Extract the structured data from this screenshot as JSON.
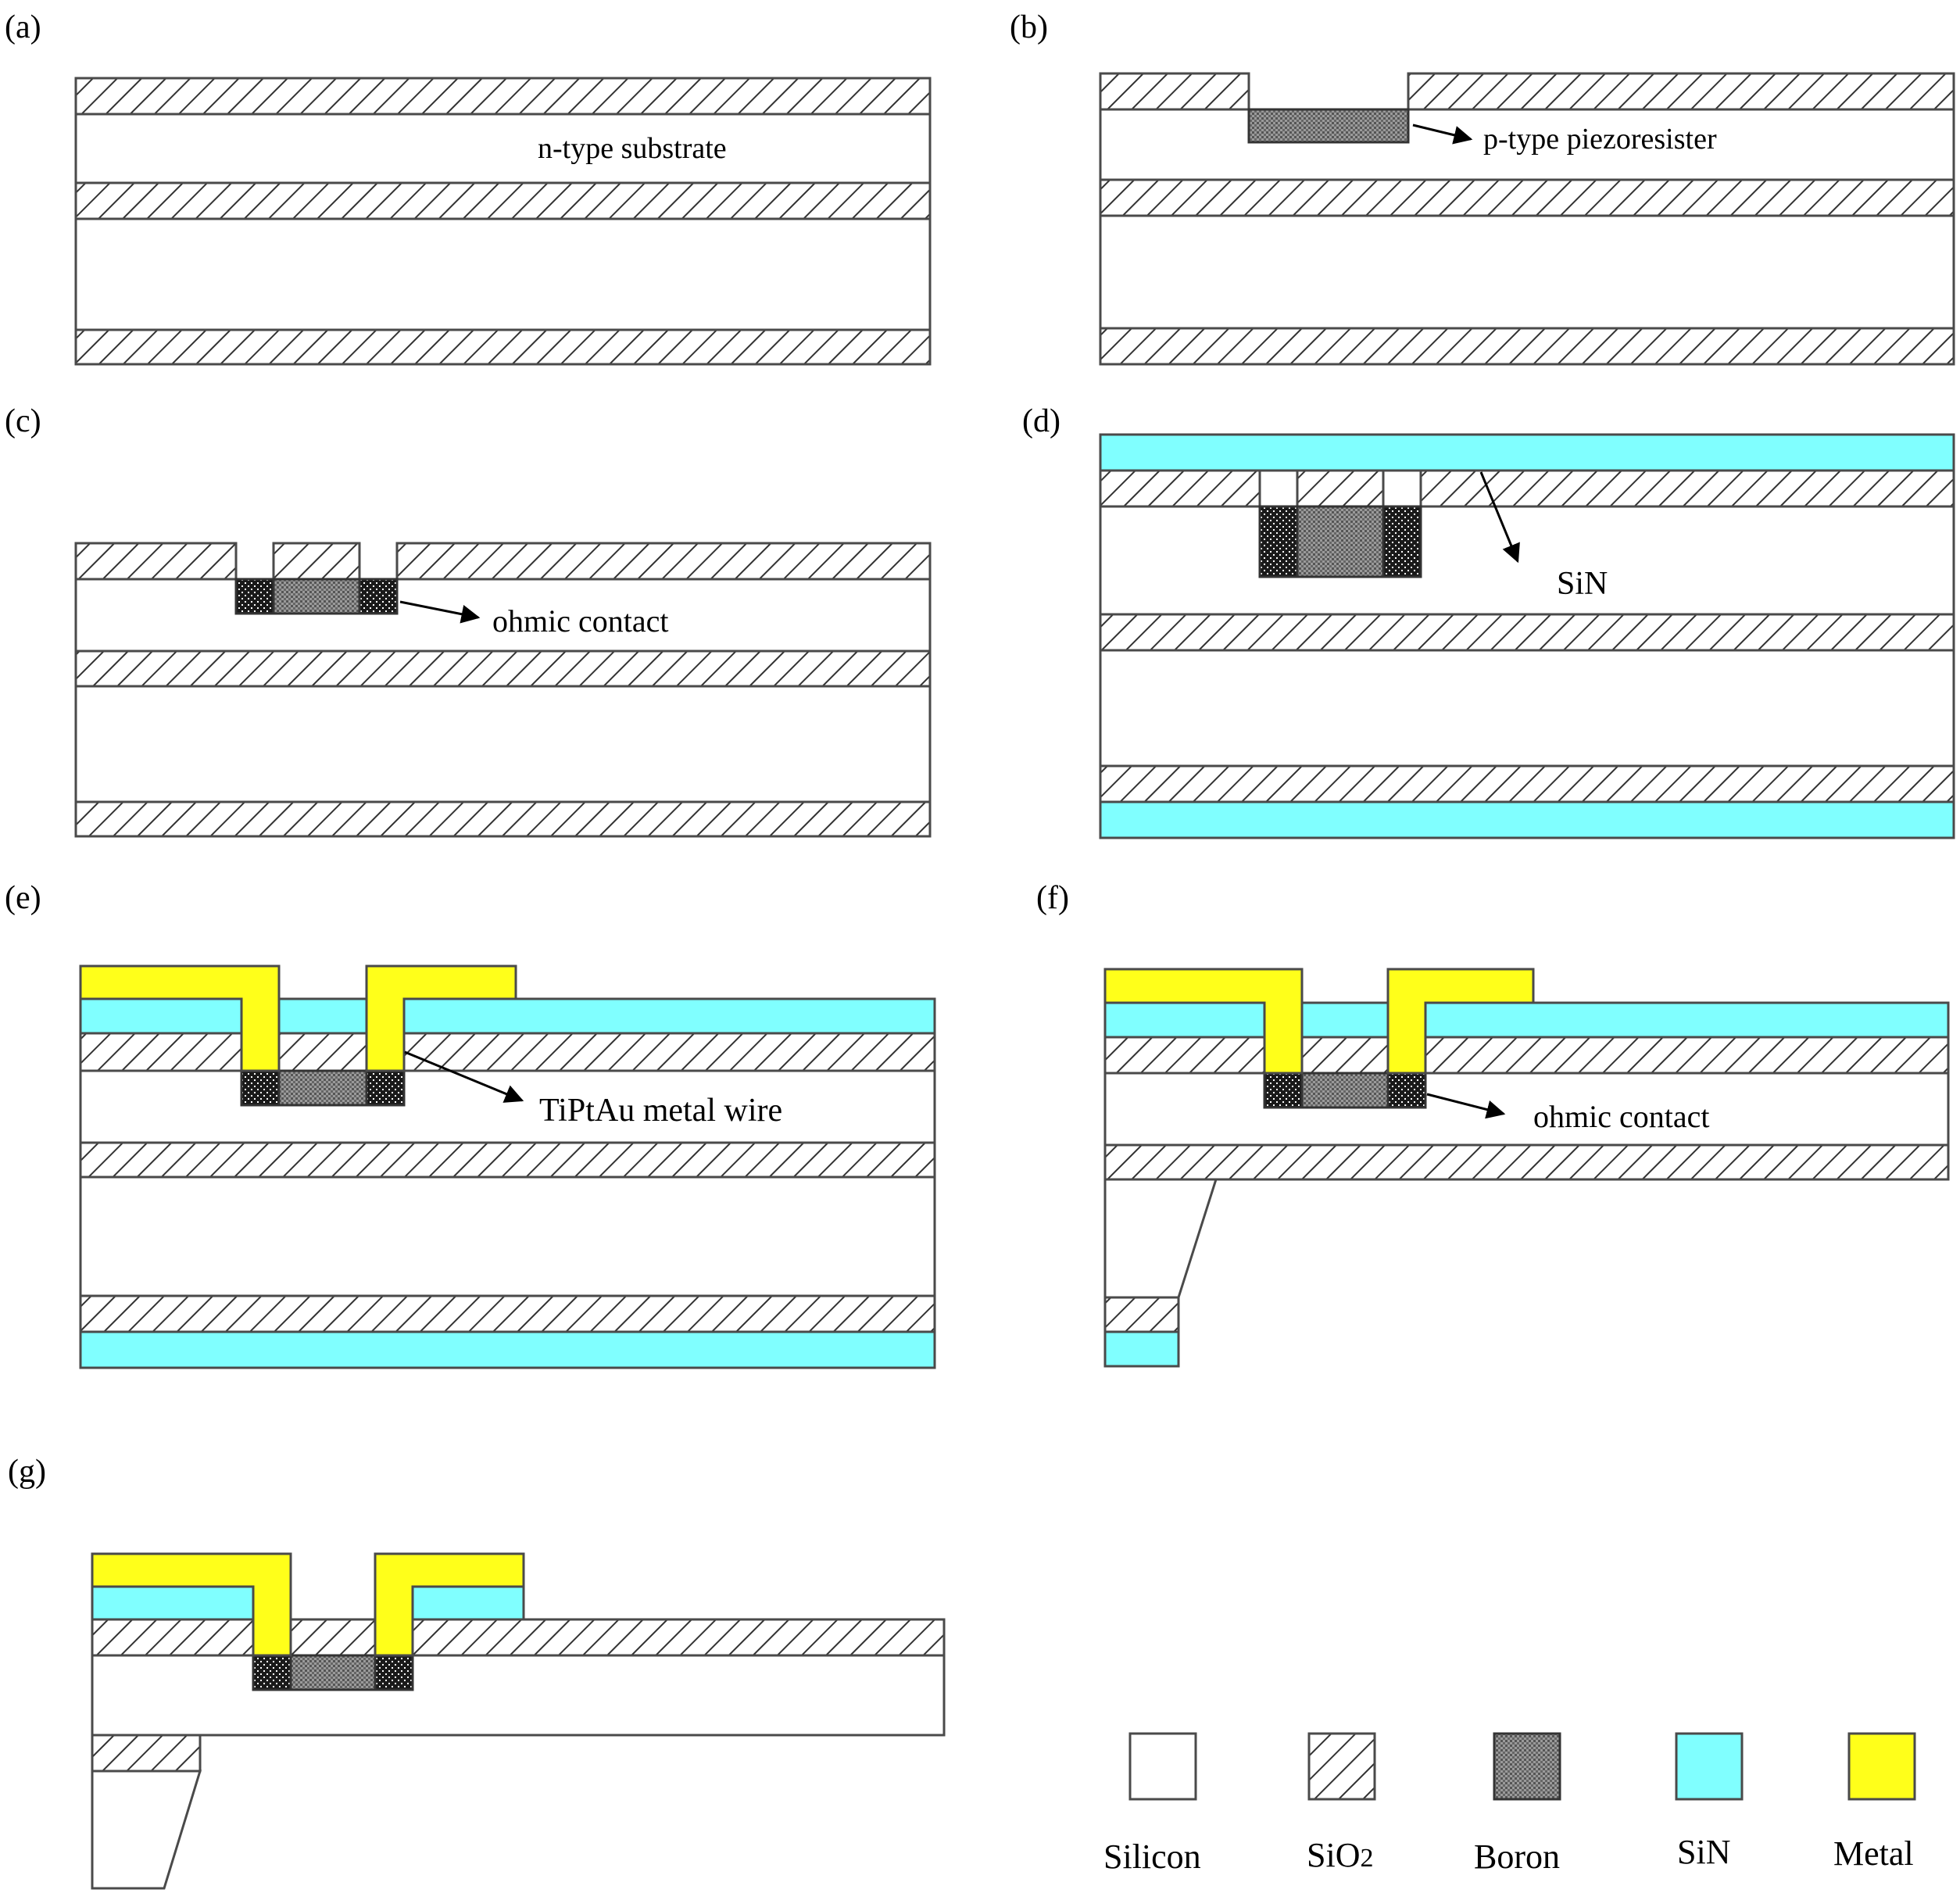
{
  "panels": {
    "a": {
      "label": "(a)",
      "annotation": "n-type substrate"
    },
    "b": {
      "label": "(b)",
      "annotation": "p-type piezoresister"
    },
    "c": {
      "label": "(c)",
      "annotation": "ohmic contact"
    },
    "d": {
      "label": "(d)",
      "annotation": "SiN"
    },
    "e": {
      "label": "(e)",
      "annotation": "TiPtAu metal wire"
    },
    "f": {
      "label": "(f)",
      "annotation": "ohmic contact"
    },
    "g": {
      "label": "(g)"
    }
  },
  "legend": {
    "silicon": "Silicon",
    "sio2": "SiO",
    "sio2_sub": "2",
    "boron": "Boron",
    "sin": "SiN",
    "metal": "Metal"
  },
  "colors": {
    "silicon": "#ffffff",
    "sin": "#80ffff",
    "metal": "#ffff1a",
    "outline": "#4a4a4a",
    "hatch": "#333333",
    "boron": "#8c8c8c",
    "contact": "#1e1e1e"
  }
}
